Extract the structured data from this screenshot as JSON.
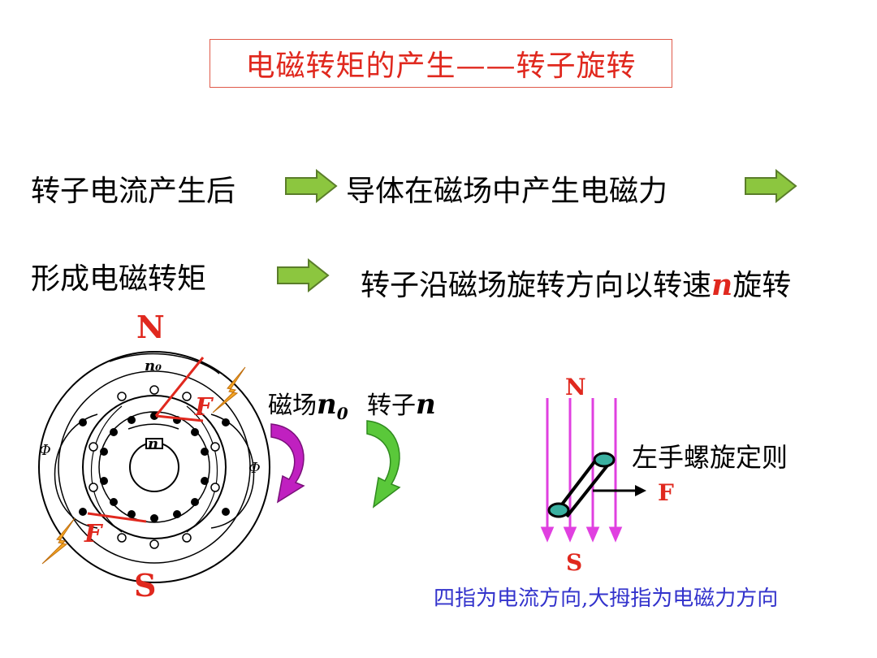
{
  "title": "电磁转矩的产生——转子旋转",
  "line1": {
    "part1": "转子电流产生后",
    "part2": "导体在磁场中产生电磁力"
  },
  "line2": {
    "part1": "形成电磁转矩",
    "part2_a": "转子沿磁场旋转方向以转速",
    "part2_n": "n",
    "part2_b": "旋转"
  },
  "motor": {
    "north": "N",
    "south": "S",
    "n0": "n₀",
    "n": "n",
    "phi": "Φ",
    "force": "F"
  },
  "rotation_labels": {
    "field_text": "磁场",
    "field_var": "n",
    "field_sub": "0",
    "rotor_text": "转子",
    "rotor_var": "n"
  },
  "conductor": {
    "north": "N",
    "south": "S",
    "rule": "左手螺旋定则",
    "force": "F"
  },
  "note": "四指为电流方向,大拇指为电磁力方向",
  "colors": {
    "title_red": "#e0281e",
    "arrow_green": "#8cc63f",
    "field_lines": "#e040e0",
    "magenta_arrow": "#c020c0",
    "green_curve": "#5ac83a",
    "lightning": "#f5a623",
    "note_blue": "#3333cc"
  }
}
